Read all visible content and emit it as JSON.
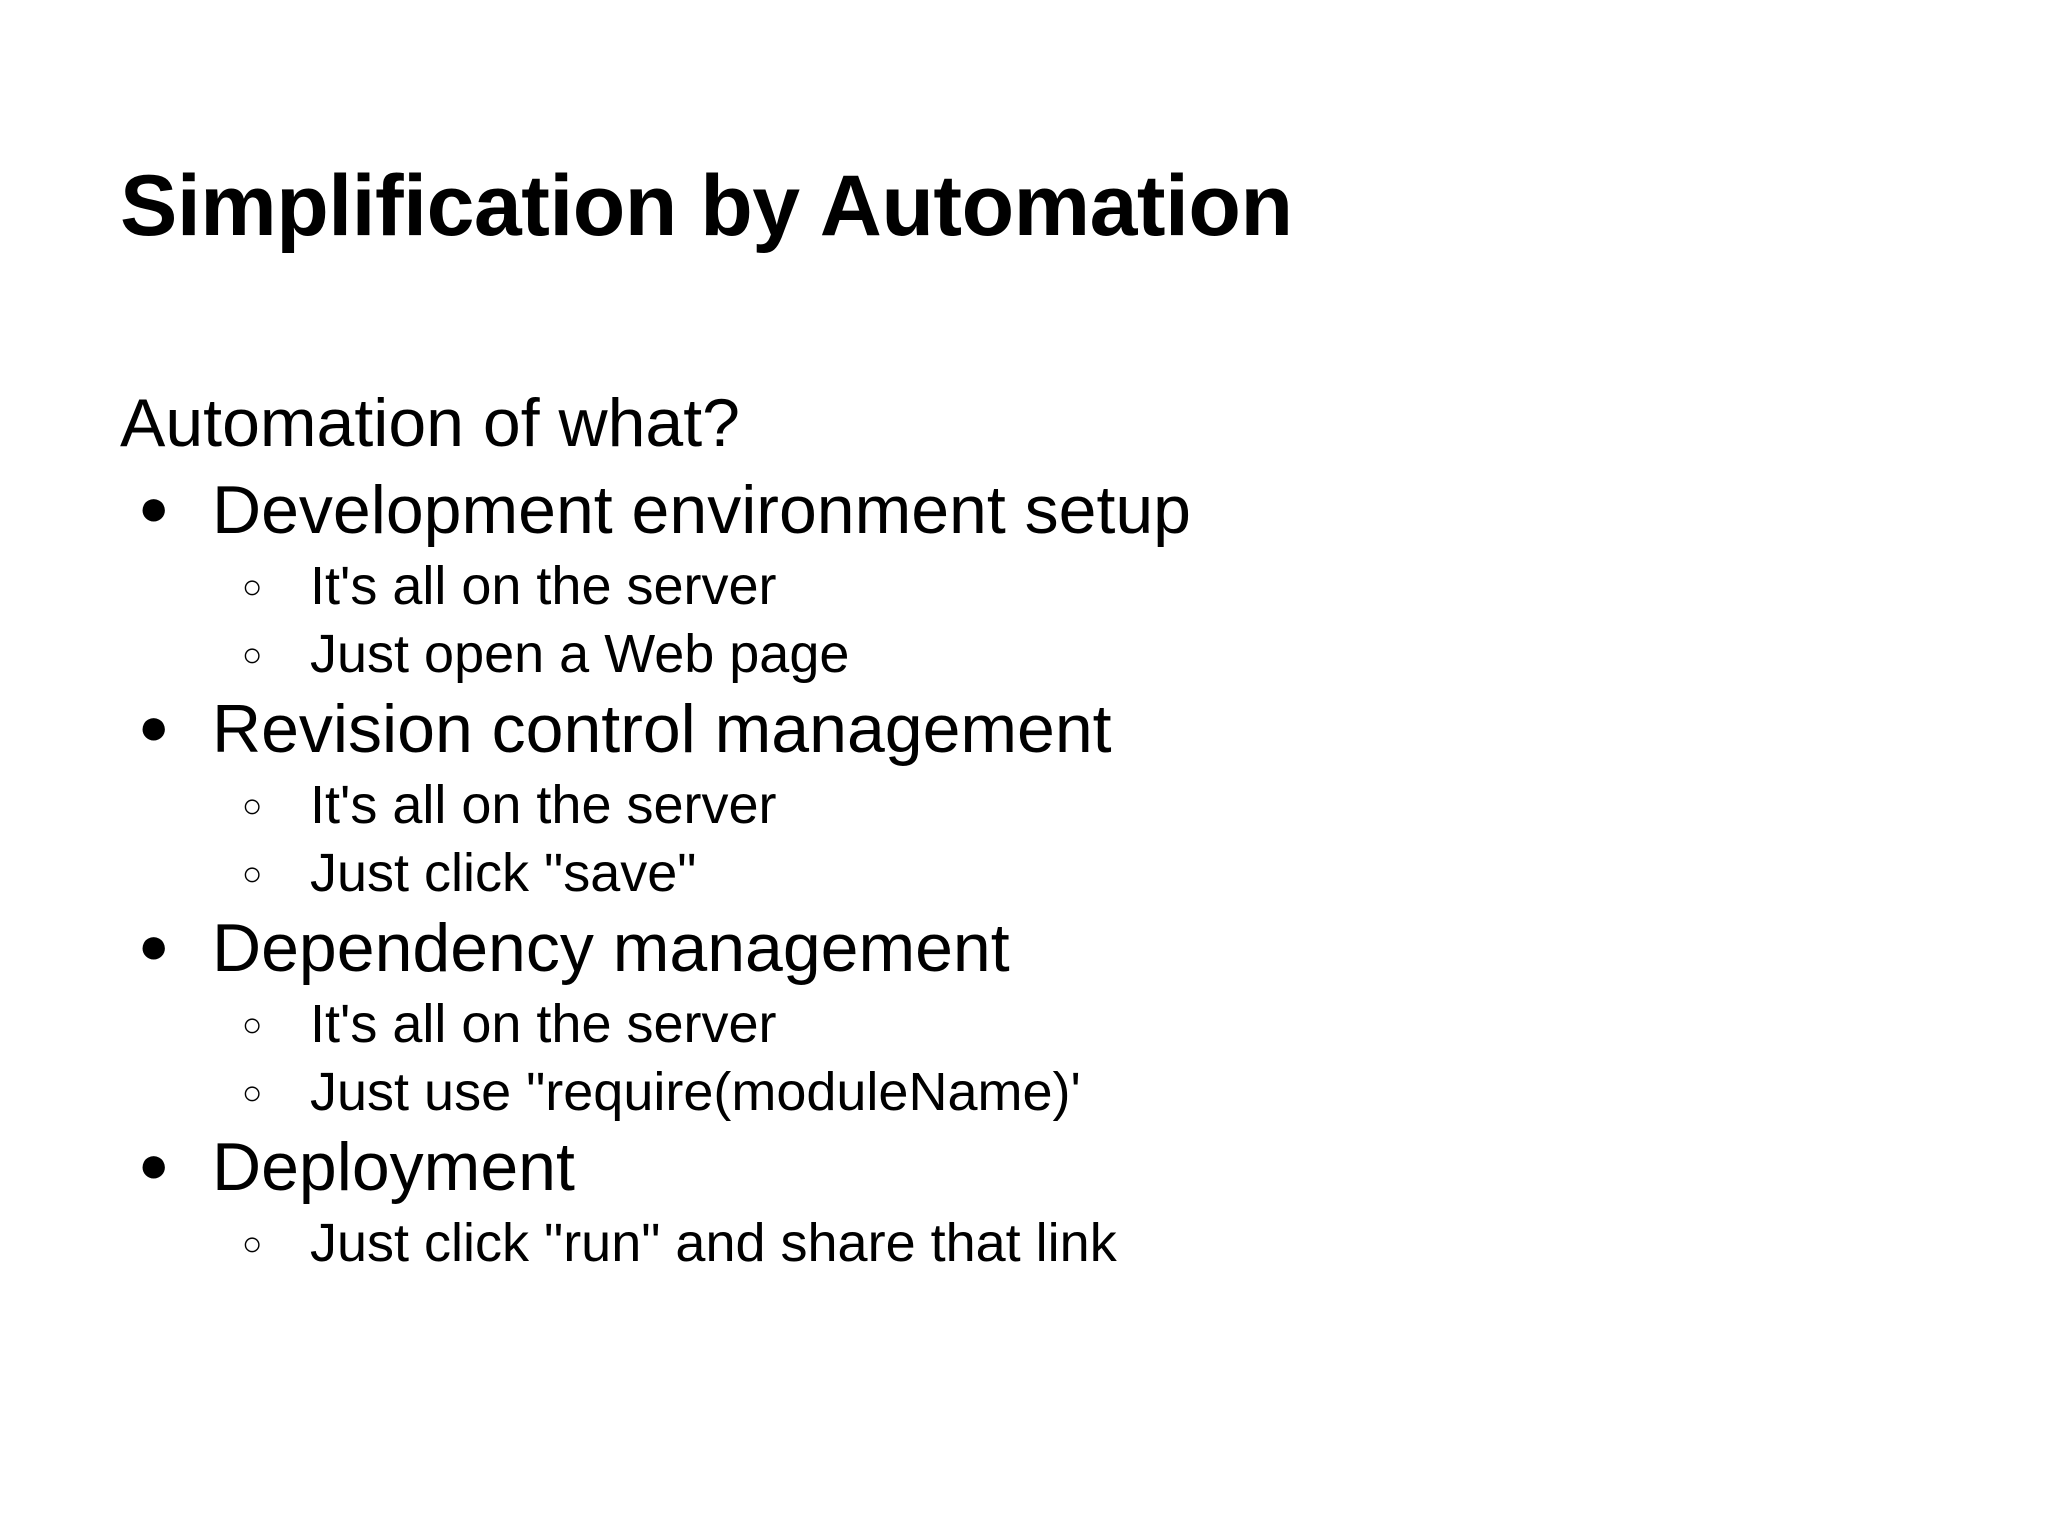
{
  "slide": {
    "title": "Simplification by Automation",
    "lead": "Automation of what?",
    "background_color": "#ffffff",
    "text_color": "#000000",
    "markers": {
      "level1": "●",
      "level2": "○"
    },
    "bullets": [
      {
        "label": "Development environment setup",
        "sub": [
          {
            "label": "It's all on the server"
          },
          {
            "label": "Just open a Web page"
          }
        ]
      },
      {
        "label": "Revision control management",
        "sub": [
          {
            "label": "It's all on the server"
          },
          {
            "label": "Just click \"save\""
          }
        ]
      },
      {
        "label": "Dependency management",
        "sub": [
          {
            "label": "It's all on the server"
          },
          {
            "label": "Just use \"require(moduleName)'"
          }
        ]
      },
      {
        "label": "Deployment",
        "sub": [
          {
            "label": "Just click \"run\" and share that link"
          }
        ]
      }
    ]
  }
}
